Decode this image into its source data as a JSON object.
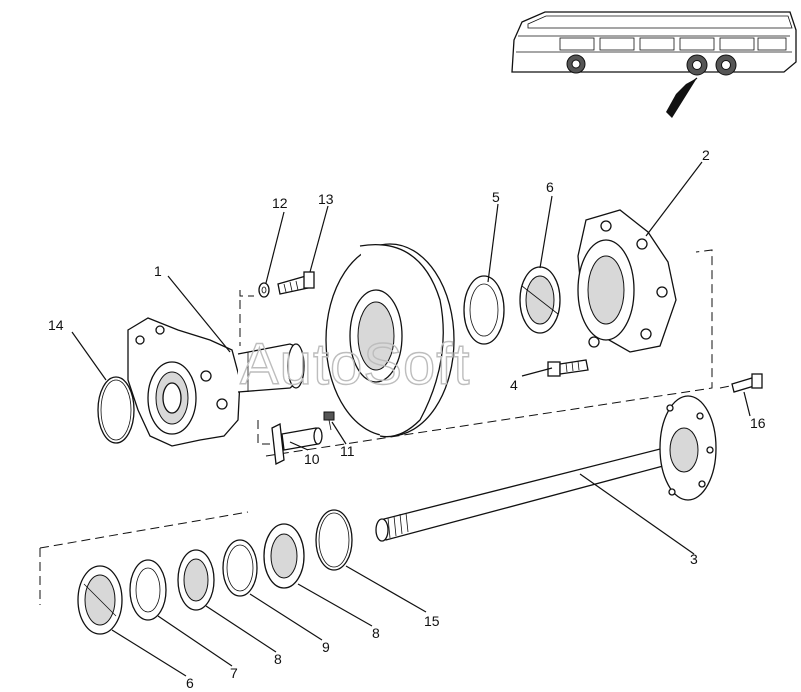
{
  "watermark": "AutoSoft",
  "callouts": [
    {
      "id": "c1",
      "label": "1"
    },
    {
      "id": "c2",
      "label": "2"
    },
    {
      "id": "c3",
      "label": "3"
    },
    {
      "id": "c4",
      "label": "4"
    },
    {
      "id": "c5",
      "label": "5"
    },
    {
      "id": "c6a",
      "label": "6"
    },
    {
      "id": "c6b",
      "label": "6"
    },
    {
      "id": "c7",
      "label": "7"
    },
    {
      "id": "c8a",
      "label": "8"
    },
    {
      "id": "c8b",
      "label": "8"
    },
    {
      "id": "c9",
      "label": "9"
    },
    {
      "id": "c10",
      "label": "10"
    },
    {
      "id": "c11",
      "label": "11"
    },
    {
      "id": "c12",
      "label": "12"
    },
    {
      "id": "c13",
      "label": "13"
    },
    {
      "id": "c14",
      "label": "14"
    },
    {
      "id": "c15",
      "label": "15"
    },
    {
      "id": "c16",
      "label": "16"
    }
  ]
}
